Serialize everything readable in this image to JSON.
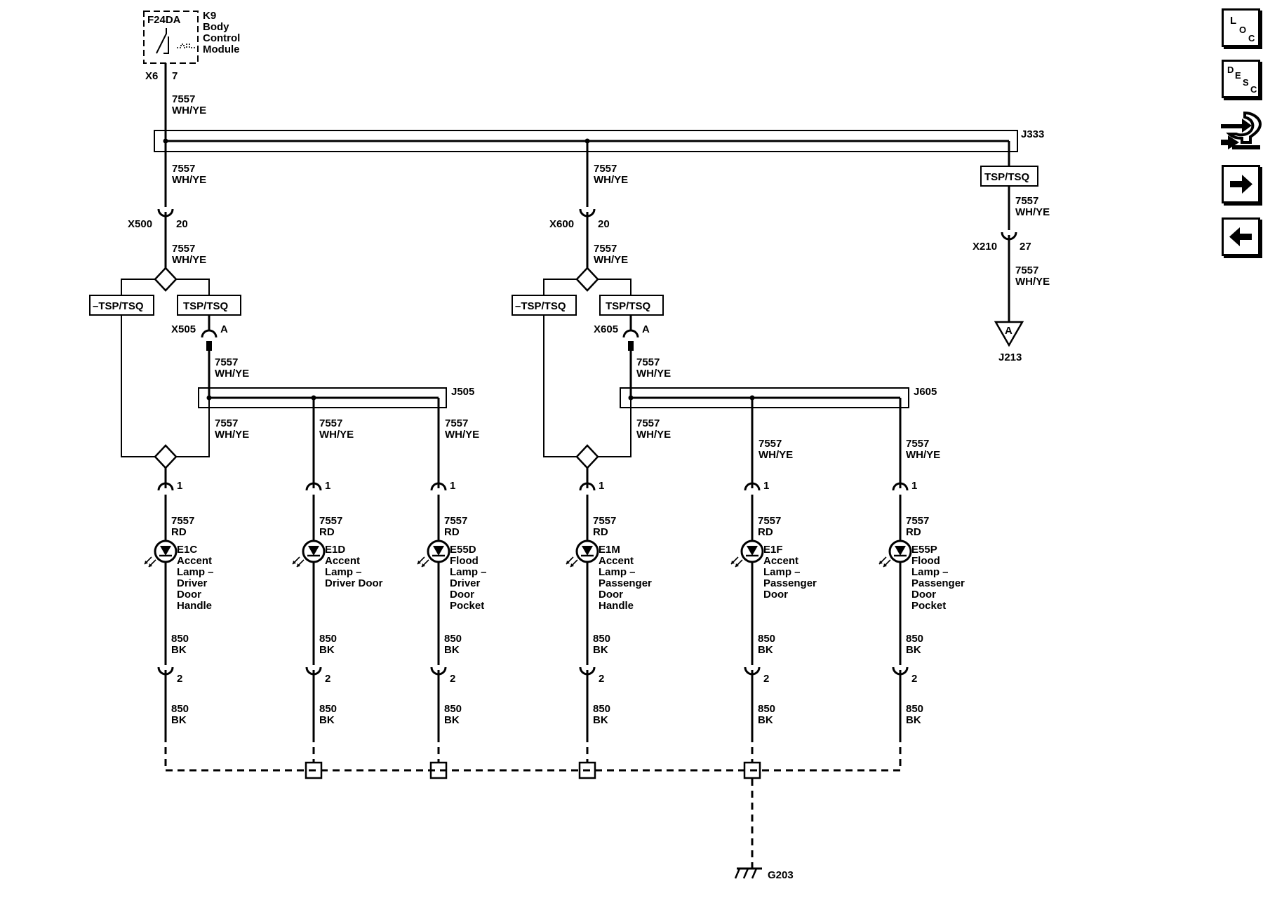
{
  "module": {
    "fuse": "F24DA",
    "id": "K9",
    "name_lines": [
      "Body",
      "Control",
      "Module"
    ],
    "connector": "X6",
    "pin": "7"
  },
  "circuit_wh": {
    "num": "7557",
    "color": "WH/YE"
  },
  "circuit_rd": {
    "num": "7557",
    "color": "RD"
  },
  "circuit_bk": {
    "num": "850",
    "color": "BK"
  },
  "splices": {
    "top": "J333",
    "left": "J505",
    "right": "J605"
  },
  "options": {
    "pos": "TSP/TSQ",
    "neg": "–TSP/TSQ"
  },
  "inline": {
    "x500": {
      "name": "X500",
      "pin": "20"
    },
    "x600": {
      "name": "X600",
      "pin": "20"
    },
    "x505": {
      "name": "X505",
      "pin": "A"
    },
    "x605": {
      "name": "X605",
      "pin": "A"
    },
    "x210": {
      "name": "X210",
      "pin": "27"
    }
  },
  "offpage": {
    "letter": "A",
    "ref": "J213"
  },
  "lamp_pin_in": "1",
  "lamp_pin_out": "2",
  "lamps": [
    {
      "id": "E1C",
      "lines": [
        "Accent",
        "Lamp –",
        "Driver",
        "Door",
        "Handle"
      ]
    },
    {
      "id": "E1D",
      "lines": [
        "Accent",
        "Lamp –",
        "Driver Door"
      ]
    },
    {
      "id": "E55D",
      "lines": [
        "Flood",
        "Lamp –",
        "Driver",
        "Door",
        "Pocket"
      ]
    },
    {
      "id": "E1M",
      "lines": [
        "Accent",
        "Lamp –",
        "Passenger",
        "Door",
        "Handle"
      ]
    },
    {
      "id": "E1F",
      "lines": [
        "Accent",
        "Lamp –",
        "Passenger",
        "Door"
      ]
    },
    {
      "id": "E55P",
      "lines": [
        "Flood",
        "Lamp –",
        "Passenger",
        "Door",
        "Pocket"
      ]
    }
  ],
  "ground": "G203",
  "nav": {
    "loc": [
      "L",
      "O",
      "C"
    ],
    "desc": [
      "D",
      "E",
      "S",
      "C"
    ],
    "connector_icon": "connector-icon",
    "forward_icon": "arrow-right-icon",
    "back_icon": "arrow-left-icon"
  }
}
